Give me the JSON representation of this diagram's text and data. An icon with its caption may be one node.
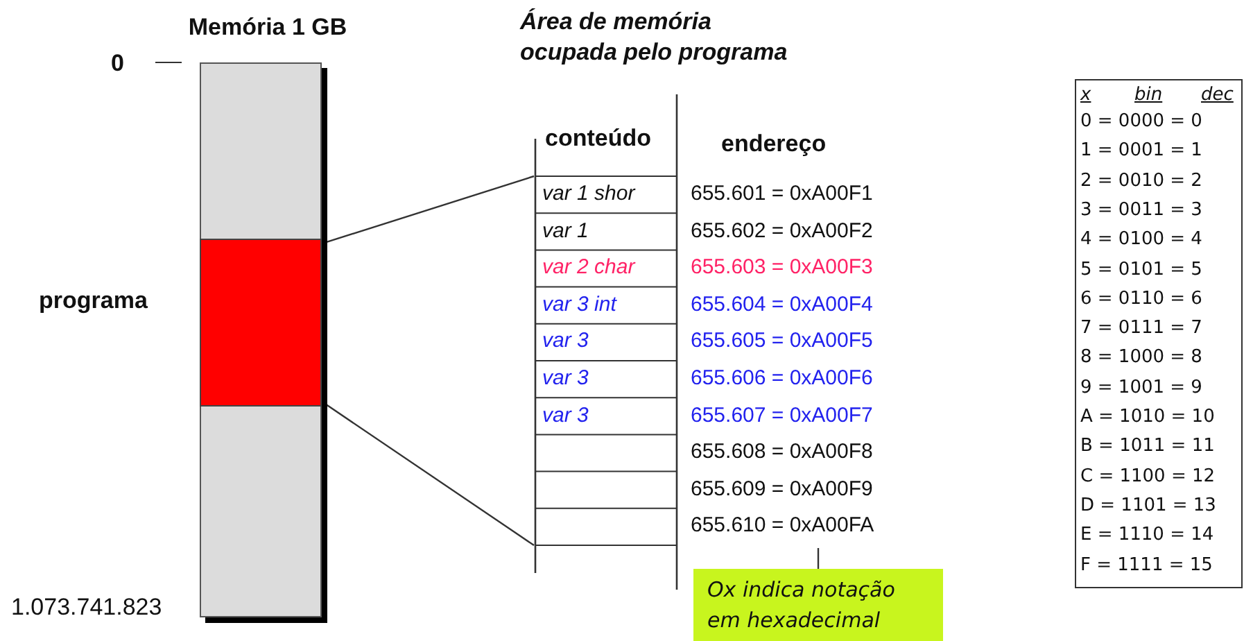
{
  "diagram": {
    "nodes": [
      {
        "text": [
          "Memória 1 GB"
        ],
        "beside": [
          "0",
          "1.073.741.823"
        ]
      },
      {
        "text": [],
        "shape": "box",
        "in": 0,
        "beside": [
          "programa"
        ]
      },
      {
        "text": [
          "Área de memória ocupada pelo programa"
        ]
      },
      {
        "text": [
          "Ox indica notação em hexadecimal"
        ]
      }
    ],
    "edges": [
      {
        "from": 1,
        "to": 2,
        "arrow": "none"
      },
      {
        "from": 1,
        "to": 2,
        "arrow": "none"
      },
      {
        "from": 3,
        "to": null,
        "arrow": "none"
      }
    ],
    "labels": [
      "conteúdo",
      "endereço",
      "var 1 shor",
      "655.601 = 0xA00F1",
      "var 1",
      "655.602 = 0xA00F2",
      "var 2 char",
      "655.603 = 0xA00F3",
      "var 3 int",
      "655.604 = 0xA00F4",
      "var 3",
      "655.605 = 0xA00F5",
      "var 3",
      "655.606 = 0xA00F6",
      "var 3",
      "655.607 = 0xA00F7",
      "655.608 = 0xA00F8",
      "655.609 = 0xA00F9",
      "655.610 = 0xA00FA",
      "x",
      "bin",
      "dec",
      "0 = 0000 = 0",
      "1 = 0001 = 1",
      "2 = 0010 = 2",
      "3 = 0011 = 3",
      "4 = 0100 = 4",
      "5 = 0101 = 5",
      "6 = 0110 = 6",
      "7 = 0111 = 7",
      "8 = 1000 = 8",
      "9 = 1001 = 9",
      "A = 1010 = 10",
      "B = 1011 = 11",
      "C = 1100 = 12",
      "D = 1101 = 13",
      "E = 1110 = 14",
      "F = 1111 = 15"
    ]
  }
}
